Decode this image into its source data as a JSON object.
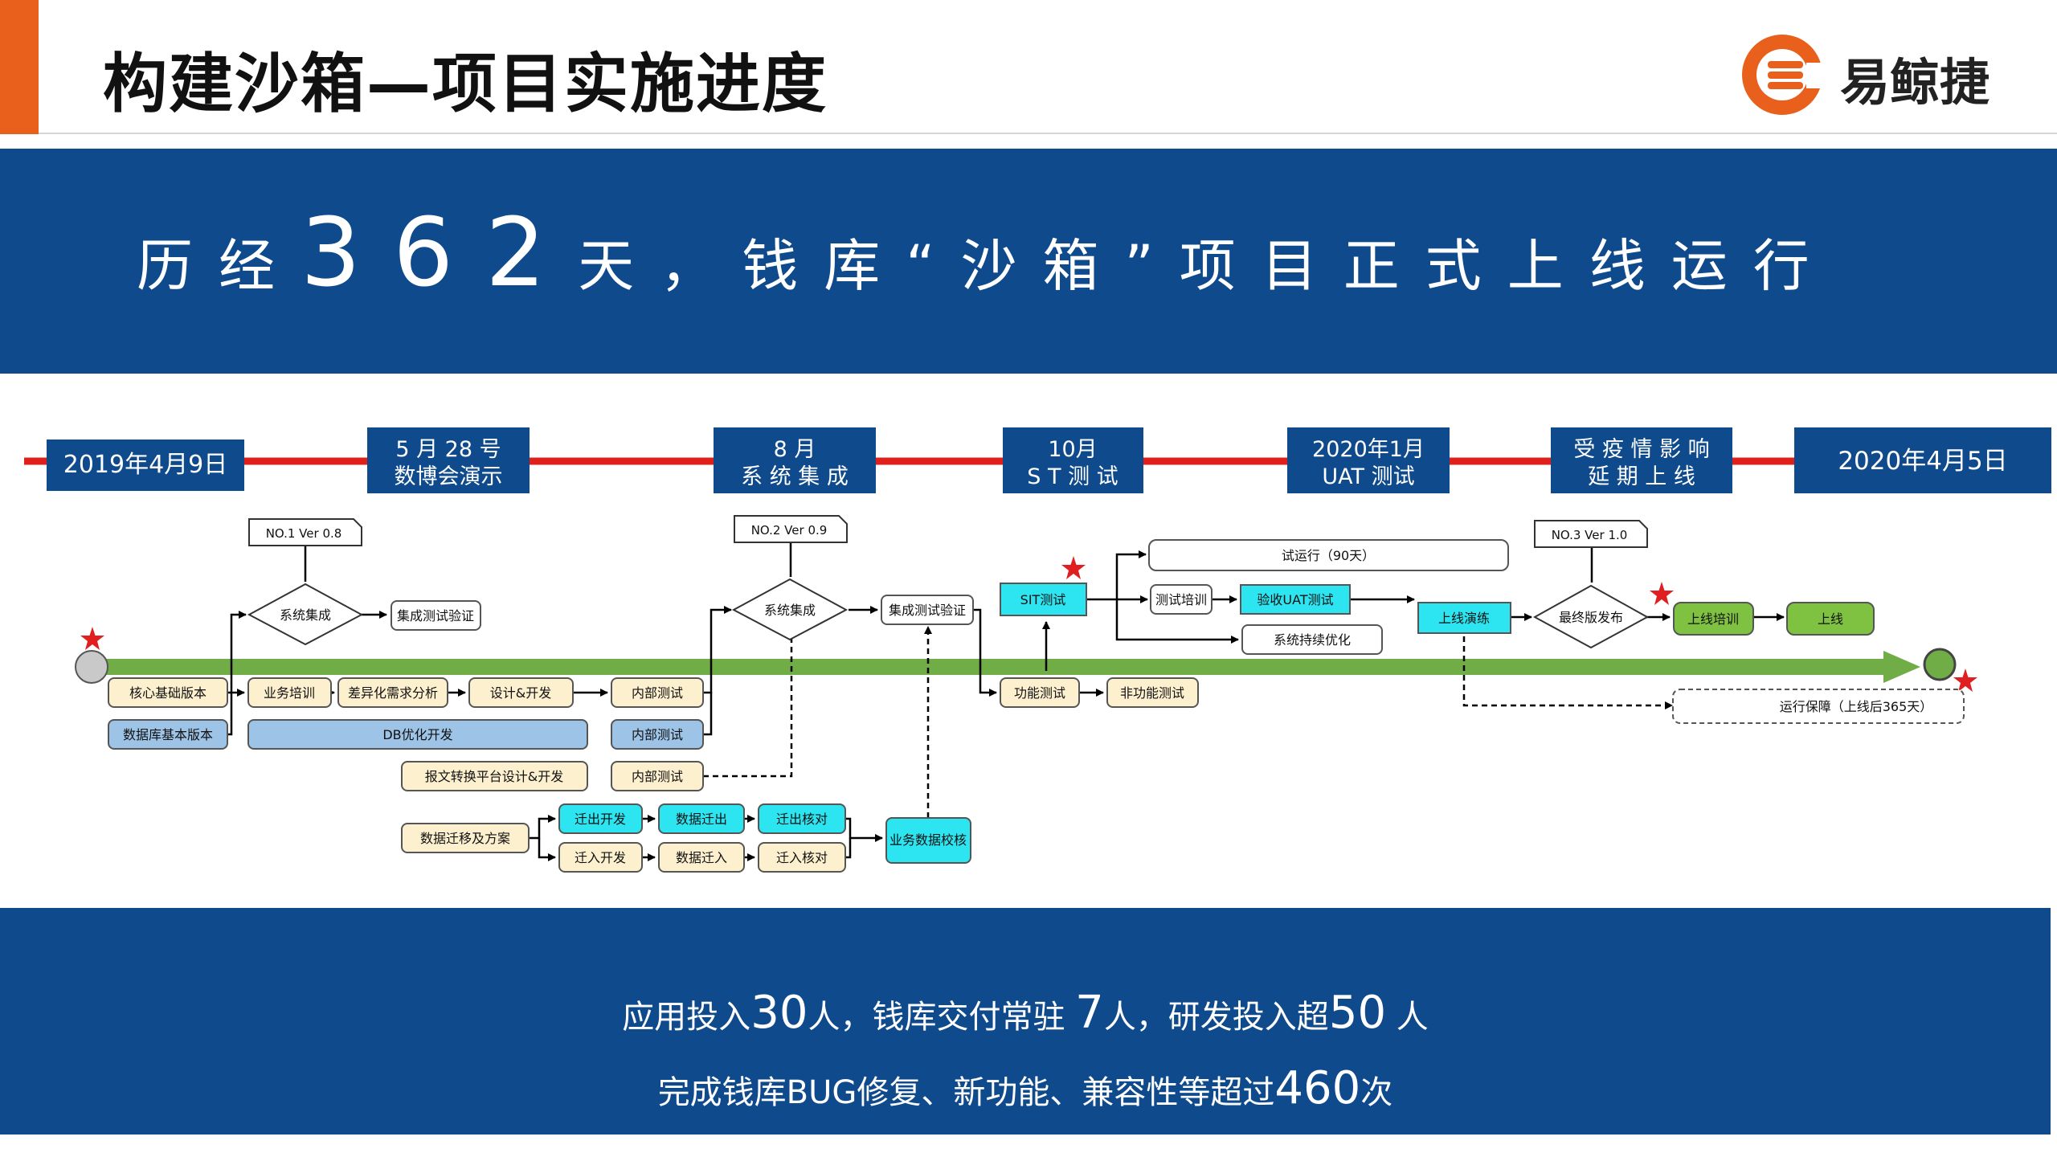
{
  "header": {
    "title": "构建沙箱—项目实施进度",
    "logo_text": "易鲸捷",
    "accent_color": "#e8601c"
  },
  "banner": {
    "prefix": "历经",
    "days": "362",
    "suffix": "天，钱库“沙箱”项目正式上线运行",
    "color": "#0e4a8c"
  },
  "timeline": {
    "milestones": [
      {
        "lines": [
          "2019年4月9日"
        ]
      },
      {
        "lines": [
          "5 月 28 号",
          "数博会演示"
        ]
      },
      {
        "lines": [
          "8 月",
          "系 统 集 成"
        ]
      },
      {
        "lines": [
          "10月",
          "S T 测 试"
        ]
      },
      {
        "lines": [
          "2020年1月",
          "UAT 测试"
        ]
      },
      {
        "lines": [
          "受 疫 情 影 响",
          "延 期 上 线"
        ]
      },
      {
        "lines": [
          "2020年4月5日"
        ]
      }
    ]
  },
  "flow": {
    "versions": [
      "NO.1 Ver 0.8",
      "NO.2 Ver 0.9",
      "NO.3 Ver 1.0"
    ],
    "nodes": {
      "core_version": "核心基础版本",
      "db_version": "数据库基本版本",
      "biz_training": "业务培训",
      "diff_analysis": "差异化需求分析",
      "design_dev": "设计&开发",
      "internal_test_1": "内部测试",
      "db_opt": "DB优化开发",
      "internal_test_2": "内部测试",
      "msg_platform": "报文转换平台设计&开发",
      "internal_test_3": "内部测试",
      "migration_plan": "数据迁移及方案",
      "export_dev": "迁出开发",
      "data_export": "数据迁出",
      "export_check": "迁出核对",
      "import_dev": "迁入开发",
      "data_import": "数据迁入",
      "import_check": "迁入核对",
      "biz_verify": "业务数据校核",
      "sys_integ_1": "系统集成",
      "integ_verify_1": "集成测试验证",
      "sys_integ_2": "系统集成",
      "integ_verify_2": "集成测试验证",
      "func_test": "功能测试",
      "nonfunc_test": "非功能测试",
      "sit_test": "SIT测试",
      "trial_run": "试运行（90天）",
      "test_training": "测试培训",
      "uat_test": "验收UAT测试",
      "continuous_opt": "系统持续优化",
      "golive_drill": "上线演练",
      "final_release": "最终版发布",
      "golive_training": "上线培训",
      "golive": "上线",
      "ops_support": "运行保障（上线后365天）"
    }
  },
  "stats": {
    "line1": {
      "a": "应用投入",
      "n1": "30",
      "b": "人，钱库交付常驻 ",
      "n2": "7",
      "c": "人，研发投入超",
      "n3": "50",
      "d": " 人"
    },
    "line2": {
      "a": "完成钱库BUG修复、新功能、兼容性等超过",
      "n": "460",
      "b": "次"
    }
  },
  "colors": {
    "brand_blue": "#0e4a8c",
    "timeline_red": "#e0211b",
    "progress_green": "#70ad47",
    "star_red": "#e02020",
    "box_beige": "#fdf0cf",
    "box_blue": "#9dc3e6",
    "box_cyan": "#2de5f0",
    "box_green": "#7fc241"
  }
}
